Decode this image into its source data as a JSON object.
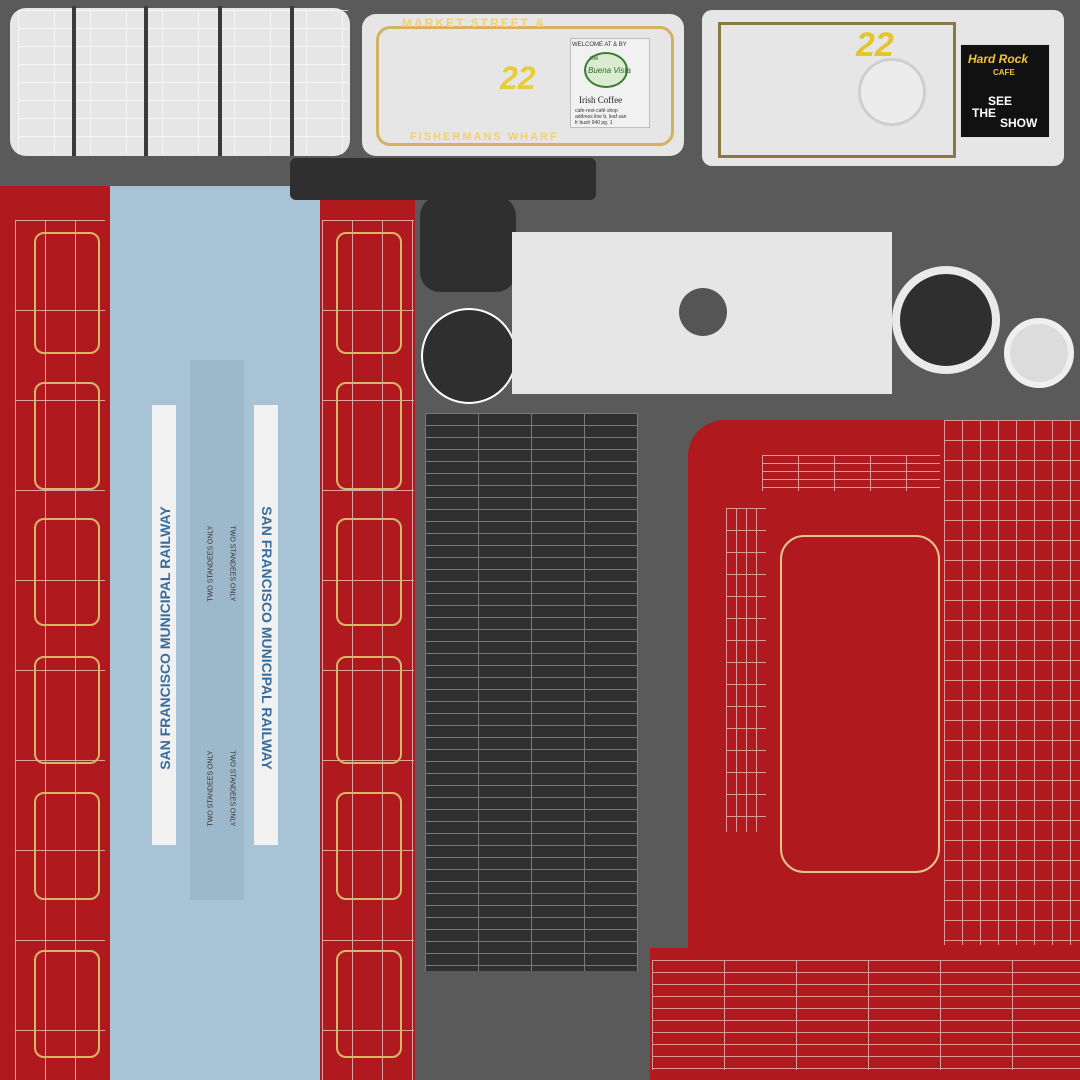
{
  "colors": {
    "red": "#b01a1e",
    "blue": "#a9c3d6",
    "grey": "#d9d9d9",
    "dark": "#2f2f2f",
    "gold": "#d7b76a",
    "white": "#ffffff"
  },
  "roof_sign": {
    "top_text": "MARKET STREET &",
    "route_number": "22",
    "bottom_text": "FISHERMANS WHARF"
  },
  "ad": {
    "welcome_line": "WELCOME AT & BY",
    "brand_small": "the",
    "brand": "Buena Vista",
    "product": "Irish Coffee",
    "address_lines": [
      "cafe-rest-café shop",
      "address line b, leaf san",
      "fr bush 940 pg. 1"
    ]
  },
  "route_panel": {
    "route_number": "22"
  },
  "hard_rock": {
    "logo_line_1": "Hard Rock",
    "logo_line_2": "CAFE",
    "tag_line_1": "SEE",
    "tag_line_2": "THE",
    "tag_line_3": "SHOW"
  },
  "side_panel": {
    "railway_text": "SAN FRANCISCO MUNICIPAL RAILWAY",
    "standees_text": "TWO STANDEES ONLY"
  },
  "icons": {
    "ornament": "gold-scroll-icon"
  }
}
